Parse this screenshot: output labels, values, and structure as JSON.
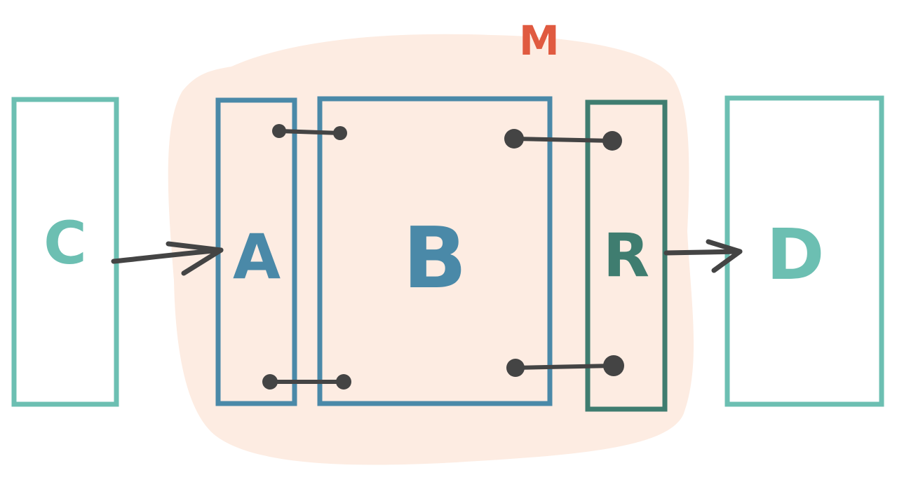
{
  "colors": {
    "background": "#ffffff",
    "module_fill": "#fdece2",
    "module_label": "#e05a40",
    "external_box": "#6cbfb2",
    "inner_box": "#4a89a8",
    "r_box": "#3f7d70",
    "connector": "#444444"
  },
  "module": {
    "label": "M"
  },
  "boxes": {
    "c": {
      "label": "C"
    },
    "a": {
      "label": "A"
    },
    "b": {
      "label": "B"
    },
    "r": {
      "label": "R"
    },
    "d": {
      "label": "D"
    }
  },
  "edges": [
    {
      "from": "C",
      "to": "A",
      "type": "arrow"
    },
    {
      "from": "A",
      "to": "B",
      "type": "link"
    },
    {
      "from": "A",
      "to": "B",
      "type": "link"
    },
    {
      "from": "B",
      "to": "R",
      "type": "link"
    },
    {
      "from": "B",
      "to": "R",
      "type": "link"
    },
    {
      "from": "R",
      "to": "D",
      "type": "arrow"
    }
  ]
}
